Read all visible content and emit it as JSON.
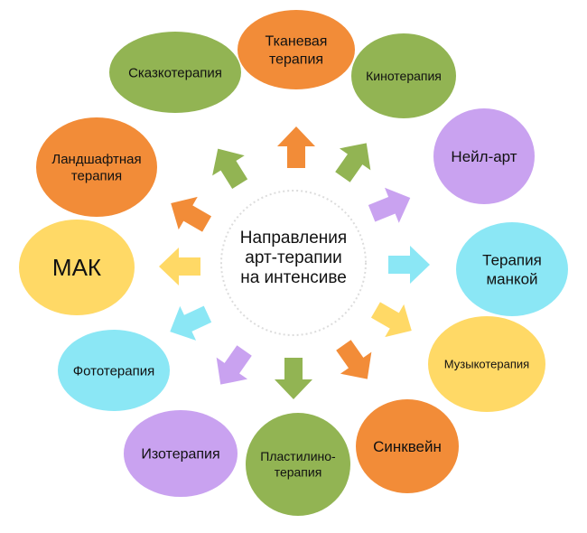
{
  "center": {
    "lines": [
      "Направления",
      "арт-терапии",
      "на интенсиве"
    ]
  },
  "colors": {
    "orange": "#f28c38",
    "green": "#92b453",
    "purple": "#c9a2f0",
    "yellow": "#ffd966",
    "cyan": "#8be7f5"
  },
  "nodes": [
    {
      "id": "tkanevaya",
      "lines": [
        "Тканевая",
        "терапия"
      ],
      "color": "orange"
    },
    {
      "id": "kino",
      "lines": [
        "Кинотерапия"
      ],
      "color": "green"
    },
    {
      "id": "neil-art",
      "lines": [
        "Нейл-арт"
      ],
      "color": "purple"
    },
    {
      "id": "mankoy",
      "lines": [
        "Терапия",
        "манкой"
      ],
      "color": "cyan"
    },
    {
      "id": "muzyko",
      "lines": [
        "Музыкотерапия"
      ],
      "color": "yellow"
    },
    {
      "id": "sinkvein",
      "lines": [
        "Синквейн"
      ],
      "color": "orange"
    },
    {
      "id": "plastilino",
      "lines": [
        "Пластилино-",
        "терапия"
      ],
      "color": "green"
    },
    {
      "id": "izo",
      "lines": [
        "Изотерапия"
      ],
      "color": "purple"
    },
    {
      "id": "foto",
      "lines": [
        "Фототерапия"
      ],
      "color": "cyan"
    },
    {
      "id": "mak",
      "lines": [
        "МАК"
      ],
      "color": "yellow"
    },
    {
      "id": "landshaft",
      "lines": [
        "Ландшафтная",
        "терапия"
      ],
      "color": "orange"
    },
    {
      "id": "skazko",
      "lines": [
        "Сказкотерапия"
      ],
      "color": "green"
    }
  ],
  "arrows": [
    {
      "toward": "tkanevaya",
      "color": "orange"
    },
    {
      "toward": "kino",
      "color": "green"
    },
    {
      "toward": "neil-art",
      "color": "purple"
    },
    {
      "toward": "mankoy",
      "color": "cyan"
    },
    {
      "toward": "muzyko",
      "color": "yellow"
    },
    {
      "toward": "sinkvein",
      "color": "orange"
    },
    {
      "toward": "plastilino",
      "color": "green"
    },
    {
      "toward": "izo",
      "color": "purple"
    },
    {
      "toward": "foto",
      "color": "cyan"
    },
    {
      "toward": "mak",
      "color": "yellow"
    },
    {
      "toward": "landshaft",
      "color": "orange"
    },
    {
      "toward": "skazko",
      "color": "green"
    }
  ]
}
